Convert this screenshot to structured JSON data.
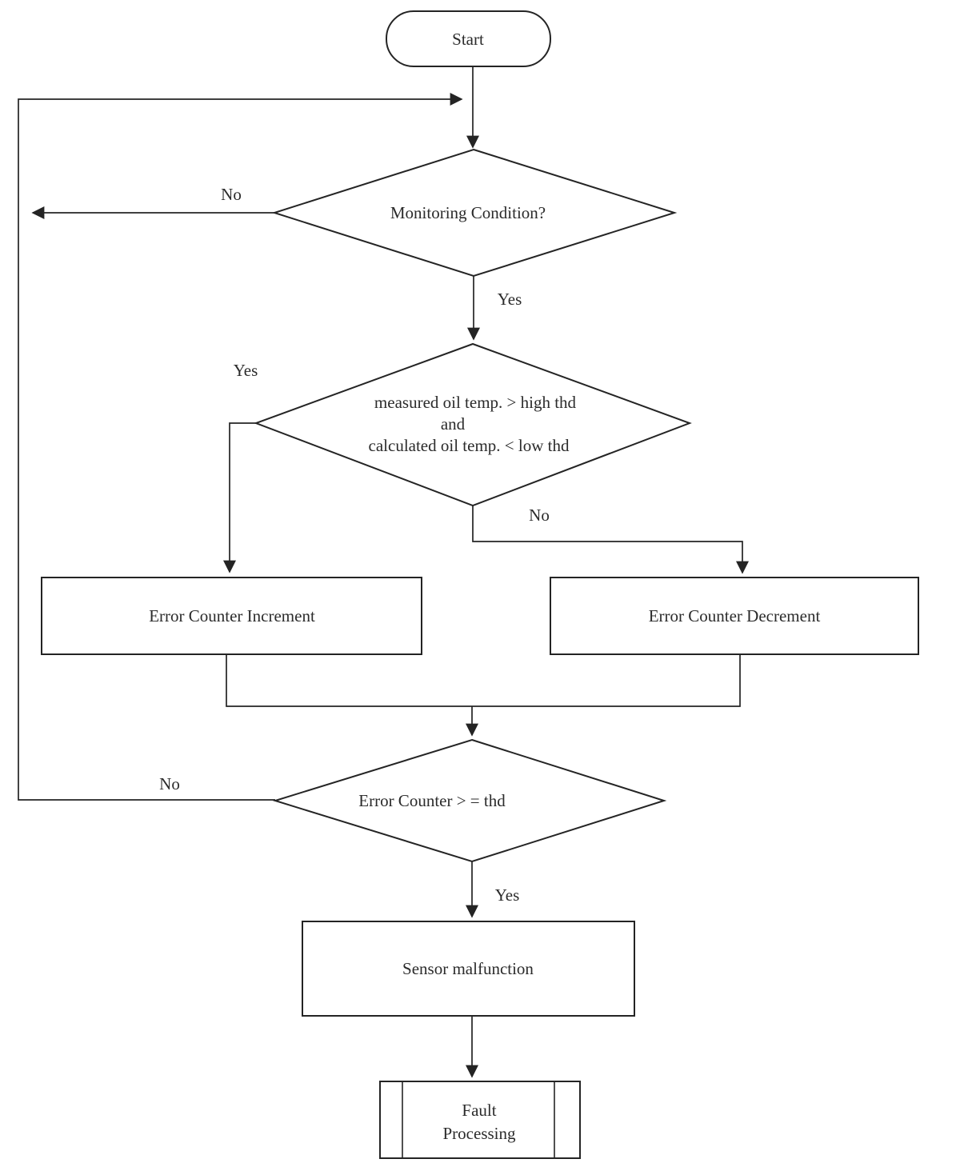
{
  "flowchart": {
    "nodes": {
      "start": {
        "type": "terminator",
        "label": "Start"
      },
      "monitoring": {
        "type": "decision",
        "label": "Monitoring Condition?"
      },
      "temp_check": {
        "type": "decision",
        "lines": [
          "measured oil temp. > high thd",
          "and",
          "calculated oil temp. < low thd"
        ]
      },
      "increment": {
        "type": "process",
        "label": "Error Counter Increment"
      },
      "decrement": {
        "type": "process",
        "label": "Error Counter Decrement"
      },
      "counter_check": {
        "type": "decision",
        "label": "Error Counter > = thd"
      },
      "sensor_malfunction": {
        "type": "process",
        "label": "Sensor malfunction"
      },
      "fault_processing": {
        "type": "predefined-process",
        "lines": [
          "Fault",
          "Processing"
        ]
      }
    },
    "edge_labels": {
      "monitoring_no": "No",
      "monitoring_yes": "Yes",
      "temp_check_yes": "Yes",
      "temp_check_no": "No",
      "counter_check_no": "No",
      "counter_check_yes": "Yes"
    },
    "colors": {
      "background": "#ffffff",
      "line": "#242424",
      "text": "#2b2b2b"
    }
  }
}
